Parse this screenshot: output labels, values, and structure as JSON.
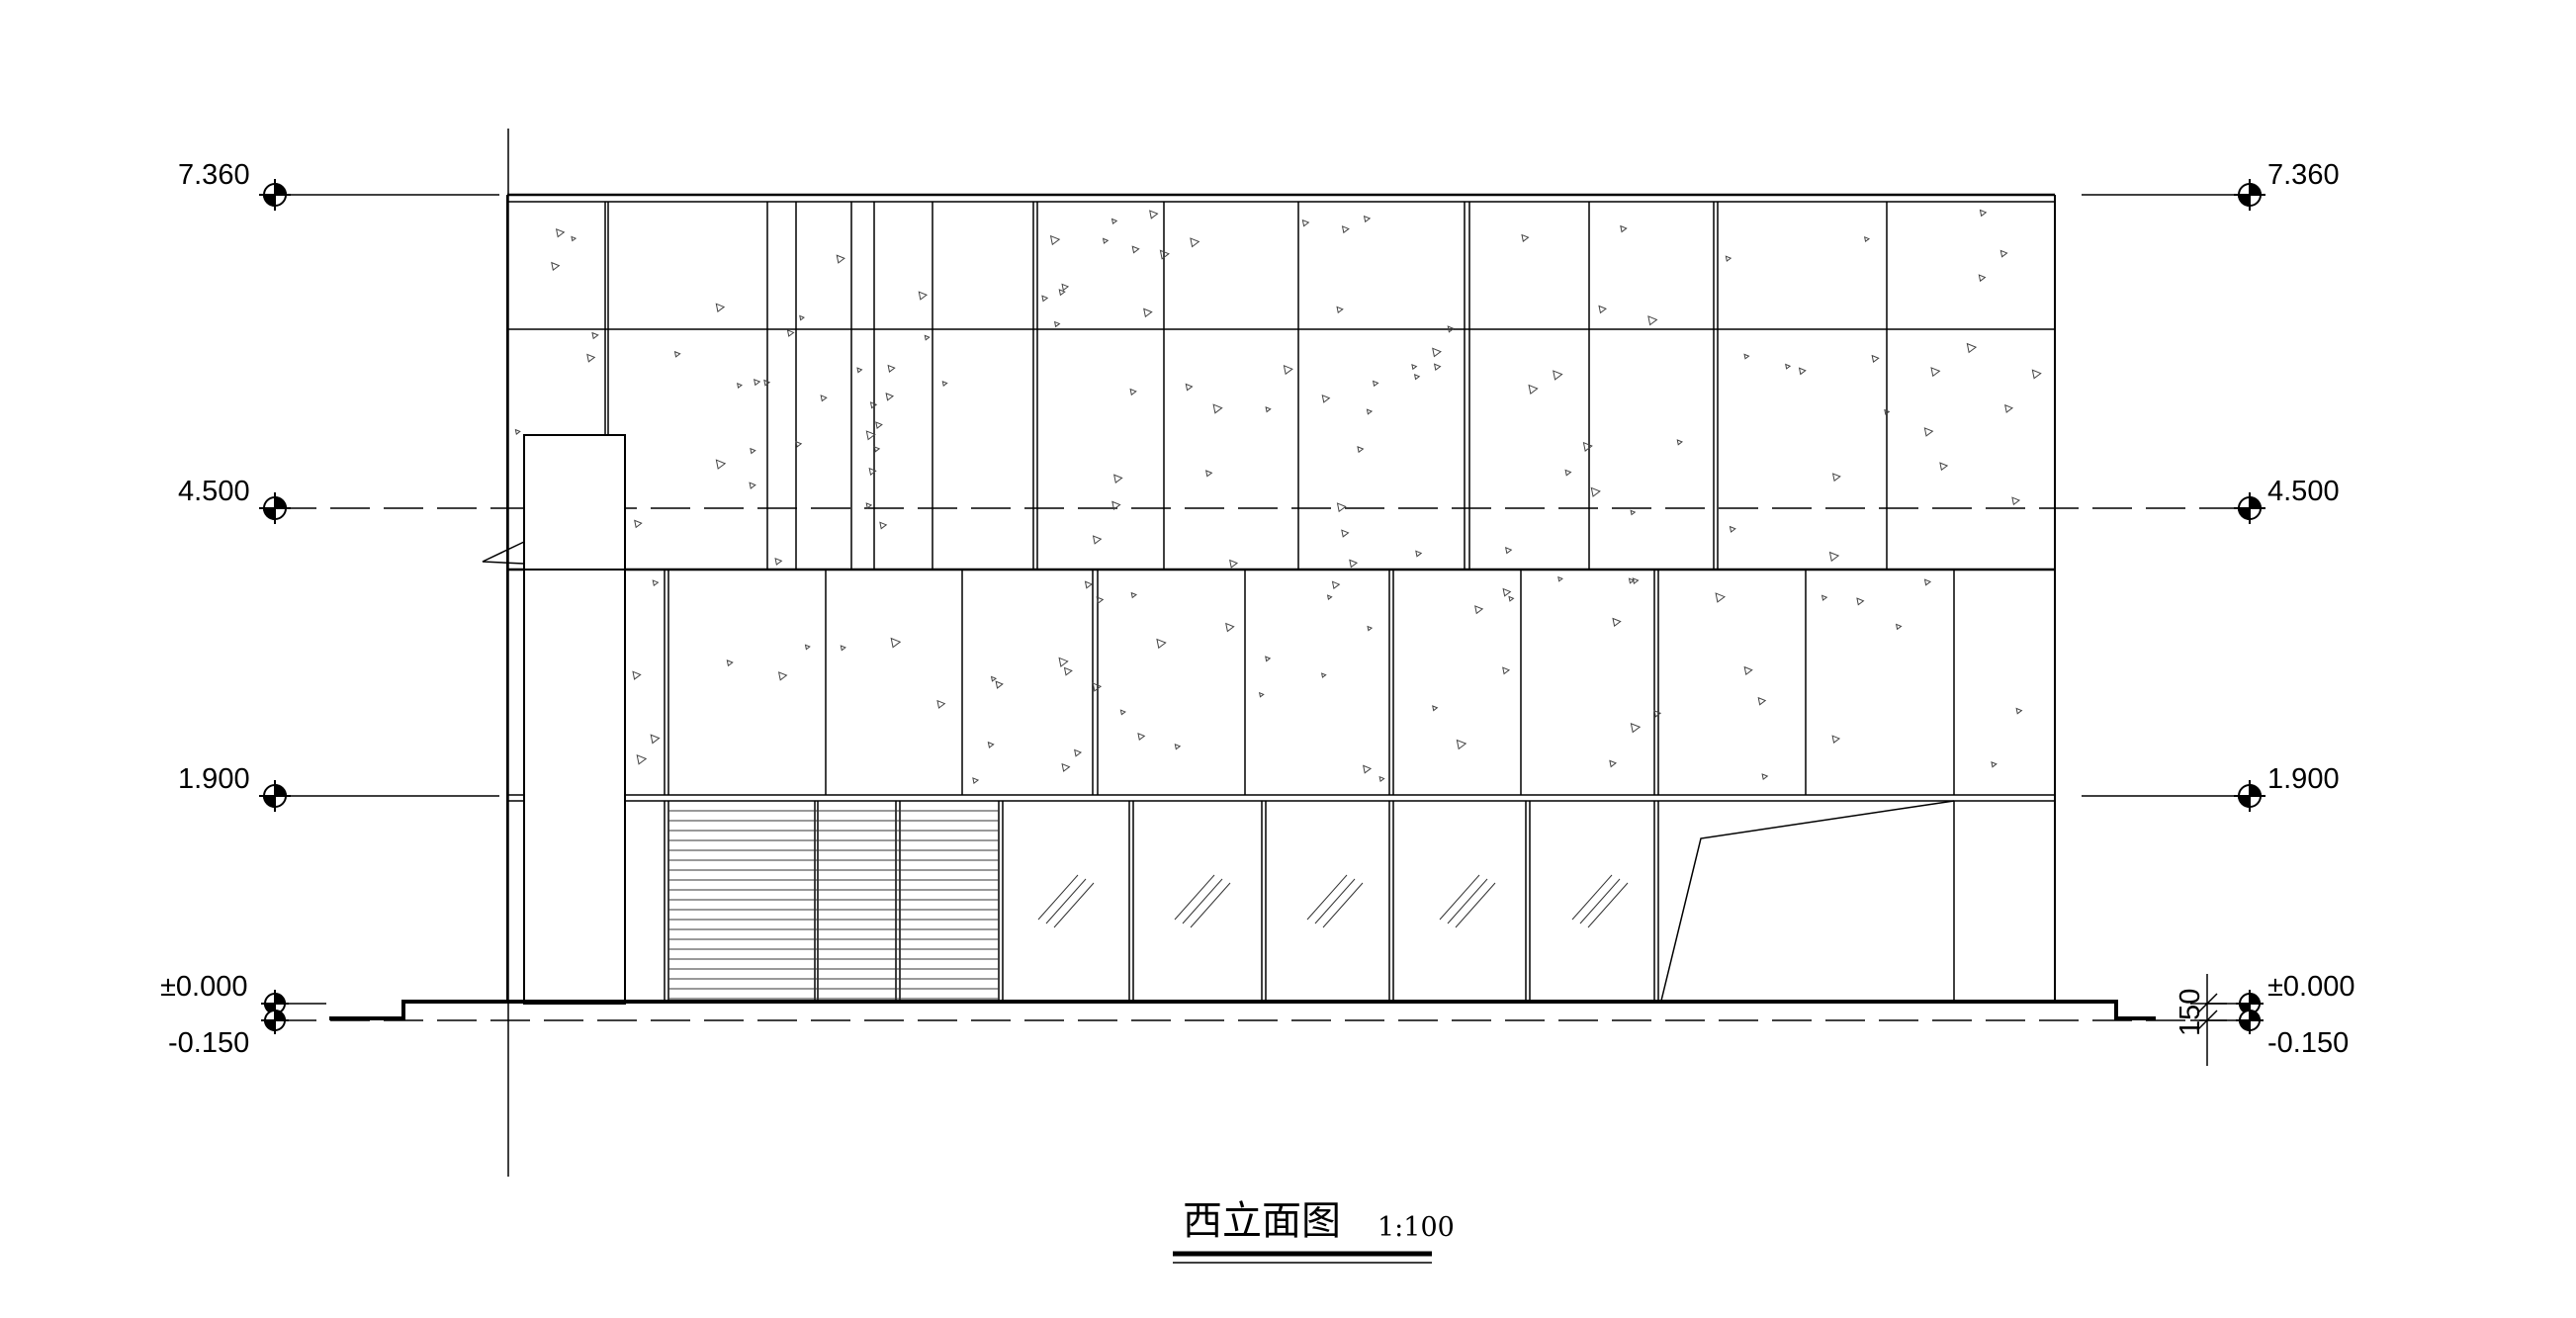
{
  "title": "西立面图",
  "scale": "1:100",
  "levels": [
    {
      "label": "7.360"
    },
    {
      "label": "4.500"
    },
    {
      "label": "1.900"
    },
    {
      "label": "±0.000"
    },
    {
      "label": "-0.150"
    }
  ],
  "dimension": "150"
}
